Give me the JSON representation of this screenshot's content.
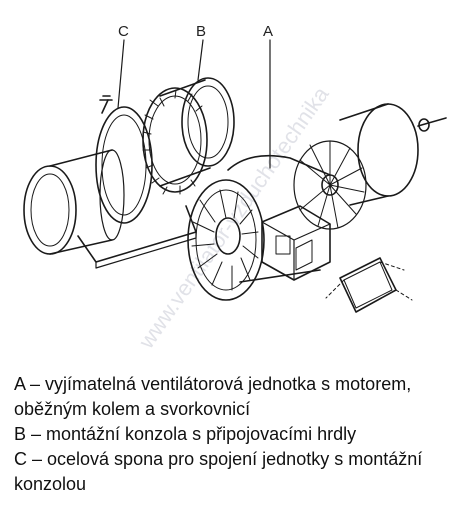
{
  "figure": {
    "callouts": {
      "a": "A",
      "b": "B",
      "c": "C"
    },
    "watermark": "www.ventilator-vzduchotechnika"
  },
  "legend": [
    {
      "text": "A – vyjímatelná ventilátorová jednotka s motorem, oběžným kolem a svorkovnicí"
    },
    {
      "text": "B – montážní konzola s připojovacími hrdly"
    },
    {
      "text": "C – ocelová spona pro spojení jednotky s montážní konzolou"
    }
  ]
}
